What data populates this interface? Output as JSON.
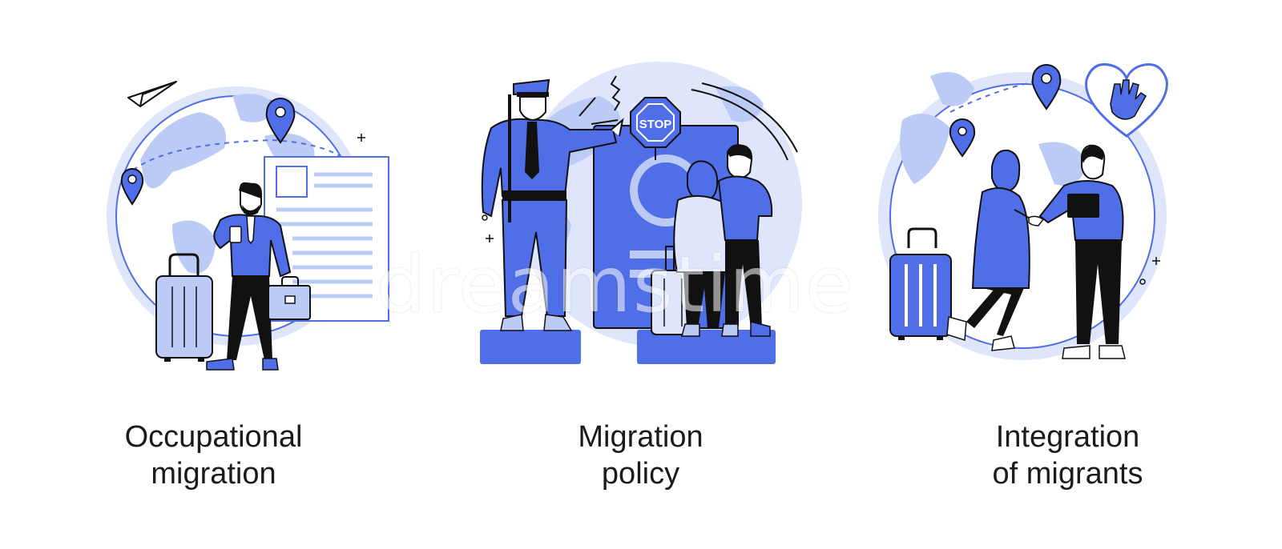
{
  "colors": {
    "primary": "#4f6ee8",
    "light": "#bccbf6",
    "pale": "#dfe6fb",
    "ink": "#111111"
  },
  "panels": [
    {
      "caption_line1": "Occupational",
      "caption_line2": "migration",
      "icons": [
        "paper-plane-icon",
        "location-pin-icon",
        "globe-icon",
        "document-icon",
        "suitcase-icon",
        "briefcase-icon",
        "businessman-figure"
      ]
    },
    {
      "caption_line1": "Migration",
      "caption_line2": "policy",
      "stop_sign": "STOP",
      "icons": [
        "police-officer-figure",
        "stop-sign-icon",
        "passport-icon",
        "suitcase-icon",
        "migrant-couple-figure"
      ]
    },
    {
      "caption_line1": "Integration",
      "caption_line2": "of migrants",
      "icons": [
        "location-pin-icon",
        "heart-hand-icon",
        "globe-icon",
        "suitcase-icon",
        "handshake-figures"
      ]
    }
  ],
  "watermark": "dreamstime"
}
